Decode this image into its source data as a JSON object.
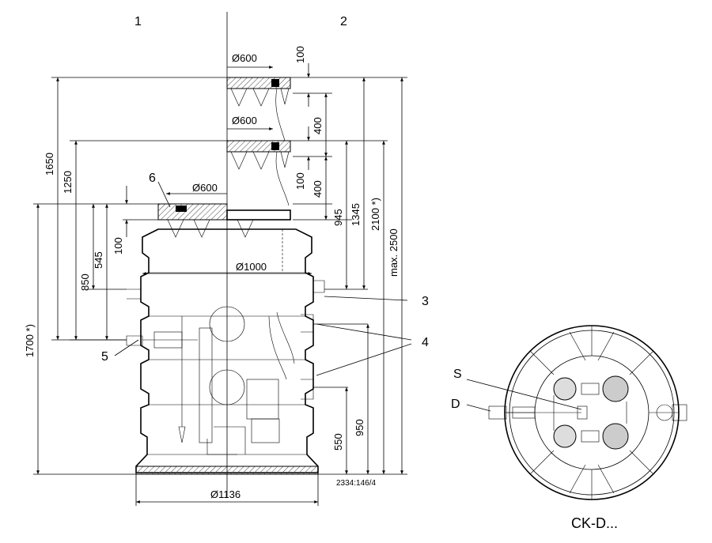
{
  "labels": {
    "view1": "1",
    "view2": "2",
    "callout3": "3",
    "callout4": "4",
    "callout5": "5",
    "callout6": "6",
    "calloutS": "S",
    "calloutD": "D"
  },
  "dimensions": {
    "d600_top": "Ø600",
    "d600_mid": "Ø600",
    "d600_low": "Ø600",
    "d1000": "Ø1000",
    "d1136": "Ø1136",
    "v100_top": "100",
    "v400_a": "400",
    "v100_mid": "100",
    "v400_b": "400",
    "v945": "945",
    "v1345": "1345",
    "v2100": "2100 *)",
    "vmax2500": "max. 2500",
    "v1650": "1650",
    "v1250": "1250",
    "v850": "850",
    "v545": "545",
    "v100_left": "100",
    "v1700": "1700 *)",
    "v950": "950",
    "v550": "550"
  },
  "drawing_number": "2334:146/4",
  "plan_title": "CK-D..."
}
